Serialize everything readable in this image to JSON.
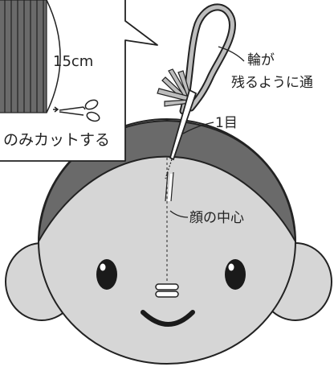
{
  "callout": {
    "measurement": "15cm",
    "instruction": "のみカットする"
  },
  "labels": {
    "loop_line1": "輪が",
    "loop_line2": "残るように通",
    "stitch": "1目",
    "center": "顔の中心"
  },
  "colors": {
    "hair": "#6a6a6a",
    "face": "#d6d6d6",
    "outline": "#222222",
    "yarn_fill": "#bdbdbd",
    "white": "#ffffff"
  }
}
